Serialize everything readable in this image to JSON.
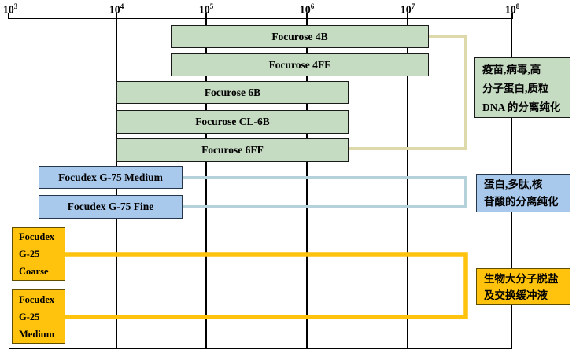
{
  "chart_data": {
    "type": "bar",
    "subtype": "horizontal-range",
    "title": "",
    "x_scale": "log",
    "xlim": [
      1000,
      100000000
    ],
    "grid": "vertical gridlines at each decade",
    "legend_position": "none",
    "ticks": [
      {
        "base": "10",
        "exp": "3",
        "value": 1000
      },
      {
        "base": "10",
        "exp": "4",
        "value": 10000
      },
      {
        "base": "10",
        "exp": "5",
        "value": 100000
      },
      {
        "base": "10",
        "exp": "6",
        "value": 1000000
      },
      {
        "base": "10",
        "exp": "7",
        "value": 10000000
      },
      {
        "base": "10",
        "exp": "8",
        "value": 100000000
      }
    ],
    "series": [
      {
        "name": "Focurose 4B",
        "range_approx": [
          40000,
          16000000
        ],
        "color": "#c5dcc2"
      },
      {
        "name": "Focurose 4FF",
        "range_approx": [
          40000,
          16000000
        ],
        "color": "#c5dcc2"
      },
      {
        "name": "Focurose 6B",
        "range_approx": [
          10000,
          2600000
        ],
        "color": "#c5dcc2"
      },
      {
        "name": "Focurose CL-6B",
        "range_approx": [
          10000,
          2600000
        ],
        "color": "#c5dcc2"
      },
      {
        "name": "Focurose 6FF",
        "range_approx": [
          10000,
          2600000
        ],
        "color": "#c5dcc2"
      },
      {
        "name": "Focudex G-75 Medium",
        "range_approx": [
          2000,
          55000
        ],
        "color": "#a8c8ec"
      },
      {
        "name": "Focudex G-75 Fine",
        "range_approx": [
          2000,
          55000
        ],
        "color": "#a8c8ec"
      },
      {
        "name": "Focudex G-25 Coarse",
        "range_approx": [
          1000,
          3400
        ],
        "color": "#ffc20d",
        "lines": [
          "Focudex",
          "G-25",
          "Coarse"
        ]
      },
      {
        "name": "Focudex G-25 Medium",
        "range_approx": [
          1000,
          3400
        ],
        "color": "#ffc20d",
        "lines": [
          "Focudex",
          "G-25",
          "Medium"
        ]
      }
    ],
    "annotations": [
      {
        "applies_to": [
          "Focurose 4B",
          "Focurose 4FF",
          "Focurose 6B",
          "Focurose CL-6B",
          "Focurose 6FF"
        ],
        "text": "疫苗,病毒,高分子蛋白,质粒DNA的分离纯化",
        "lines": [
          "疫苗,病毒,高",
          "分子蛋白,质粒",
          "DNA 的分离纯化"
        ],
        "box_color": "#c5dcc2",
        "connector_color": "#ded9ab"
      },
      {
        "applies_to": [
          "Focudex G-75 Medium",
          "Focudex G-75 Fine"
        ],
        "text": "蛋白,多肽,核苷酸的分离纯化",
        "lines": [
          "蛋白,多肽,核",
          "苷酸的分离纯化"
        ],
        "box_color": "#a8c8ec",
        "connector_color": "#b5d2da"
      },
      {
        "applies_to": [
          "Focudex G-25 Coarse",
          "Focudex G-25 Medium"
        ],
        "text": "生物大分子脱盐及交换缓冲液",
        "lines": [
          "生物大分子脱盐",
          "及交换缓冲液"
        ],
        "box_color": "#ffc20d",
        "connector_color": "#ffc20d"
      }
    ]
  }
}
